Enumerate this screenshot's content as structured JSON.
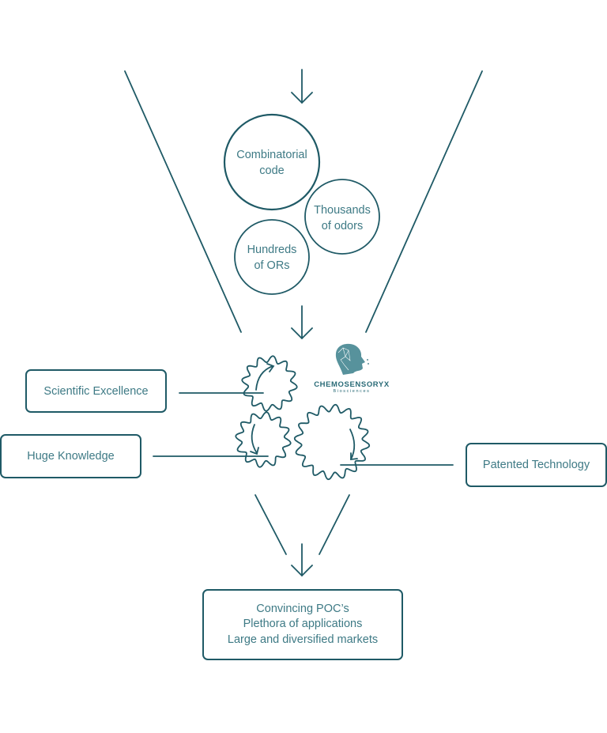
{
  "diagram": {
    "colors": {
      "stroke": "#1f5a66",
      "text": "#3e7a85",
      "logo": "#2a6b77"
    },
    "circles": [
      {
        "id": "combinatorial",
        "lines": [
          "Combinatorial",
          "code"
        ]
      },
      {
        "id": "thousands",
        "lines": [
          "Thousands",
          "of odors"
        ]
      },
      {
        "id": "hundreds",
        "lines": [
          "Hundreds",
          "of ORs"
        ]
      }
    ],
    "inputs": [
      {
        "id": "scientific",
        "label": "Scientific Excellence"
      },
      {
        "id": "knowledge",
        "label": "Huge Knowledge"
      },
      {
        "id": "patented",
        "label": "Patented Technology"
      }
    ],
    "logo": {
      "name": "CHEMOSENSORYX",
      "subtitle": "Biosciences",
      "icon": "head-network-icon"
    },
    "result": {
      "lines": [
        "Convincing POC’s",
        "Plethora of applications",
        "Large and diversified markets"
      ]
    }
  }
}
